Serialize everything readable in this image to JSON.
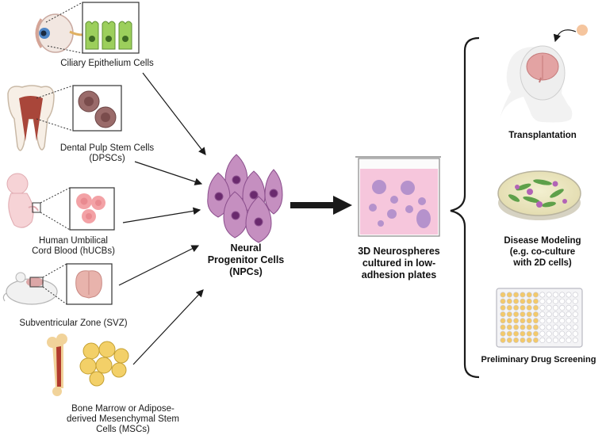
{
  "sources": {
    "ciliary": "Ciliary Epithelium Cells",
    "dental_1": "Dental Pulp Stem Cells",
    "dental_2": "(DPSCs)",
    "hucb_1": "Human Umbilical",
    "hucb_2": "Cord Blood (hUCBs)",
    "svz": "Subventricular Zone (SVZ)",
    "msc_1": "Bone Marrow or Adipose-",
    "msc_2": "derived Mesenchymal Stem",
    "msc_3": "Cells (MSCs)"
  },
  "center": {
    "npc_1": "Neural",
    "npc_2": "Progenitor Cells",
    "npc_3": "(NPCs)",
    "neuro_1": "3D Neurospheres",
    "neuro_2": "cultured in low-",
    "neuro_3": "adhesion plates"
  },
  "applications": {
    "transplant": "Transplantation",
    "disease_1": "Disease Modeling",
    "disease_2": "(e.g. co-culture",
    "disease_3": "with 2D cells)",
    "drug": "Preliminary Drug Screening"
  },
  "colors": {
    "npc": "#c58fc0",
    "npc_nucleus": "#6a2a6e",
    "medium": "#f6c6dc",
    "sphere": "#b592cc",
    "arrow": "#1a1a1a",
    "ciliary_cell": "#9ccf5c",
    "well_yellow": "#f3c96a"
  }
}
